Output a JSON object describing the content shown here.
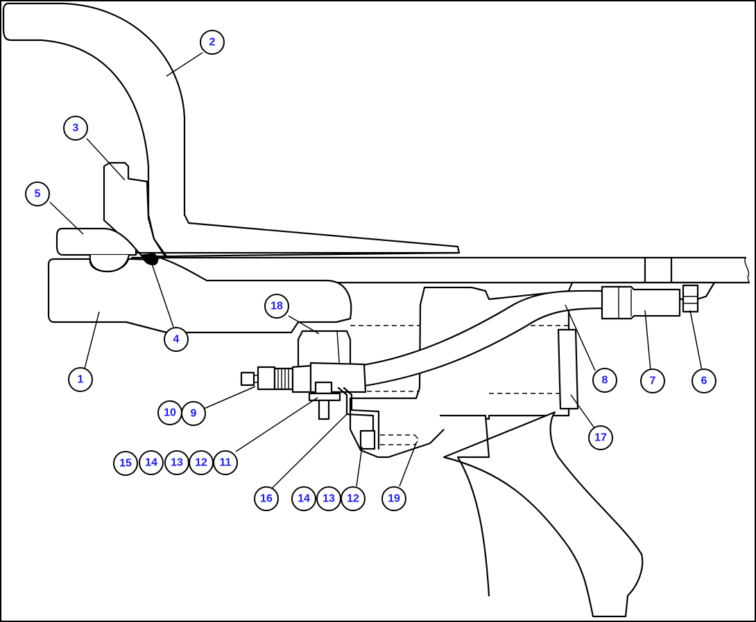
{
  "colors": {
    "callout_text": "#1a1aff",
    "line": "#000000",
    "background": "#ffffff"
  },
  "callouts": [
    {
      "label": "1"
    },
    {
      "label": "2"
    },
    {
      "label": "3"
    },
    {
      "label": "4"
    },
    {
      "label": "5"
    },
    {
      "label": "18"
    },
    {
      "label": "8"
    },
    {
      "label": "7"
    },
    {
      "label": "6"
    },
    {
      "label": "10"
    },
    {
      "label": "9"
    },
    {
      "label": "17"
    },
    {
      "label": "15"
    },
    {
      "label": "14"
    },
    {
      "label": "13"
    },
    {
      "label": "12"
    },
    {
      "label": "11"
    },
    {
      "label": "16"
    },
    {
      "label": "14"
    },
    {
      "label": "13"
    },
    {
      "label": "12"
    },
    {
      "label": "19"
    }
  ]
}
